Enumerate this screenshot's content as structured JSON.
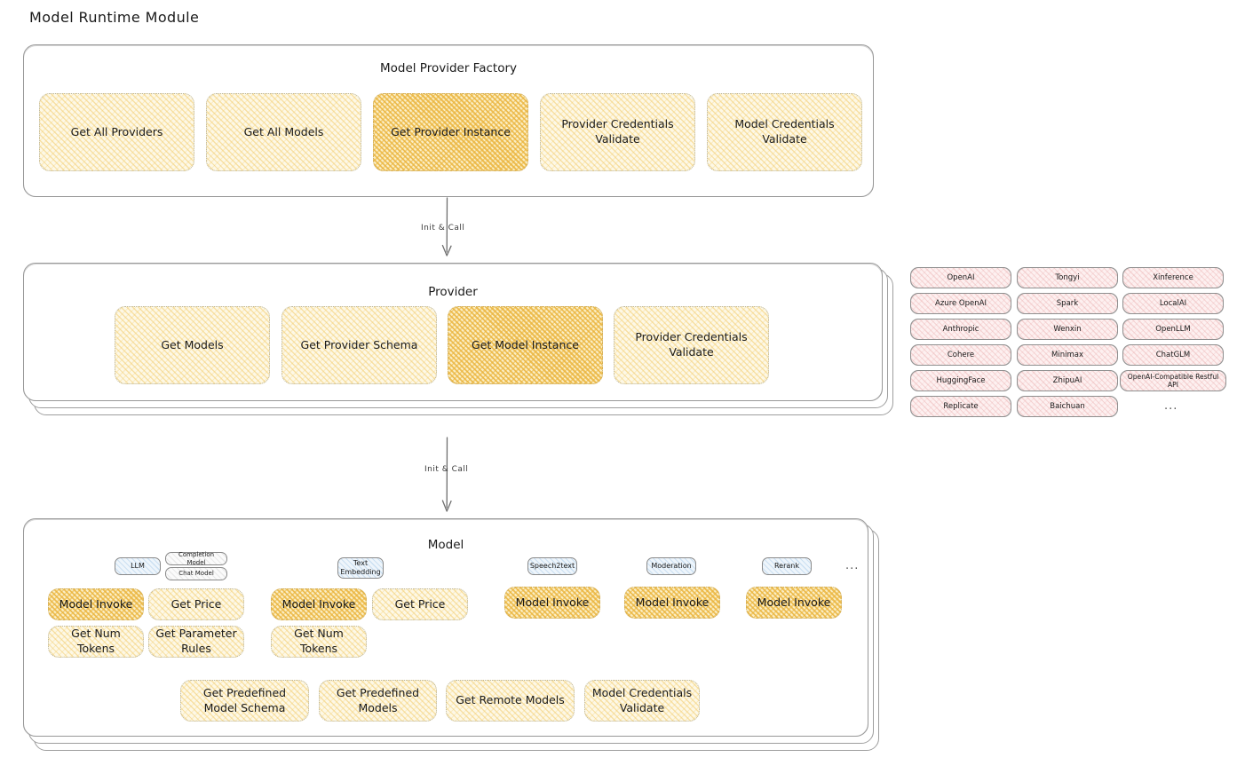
{
  "title": "Model Runtime Module",
  "factory": {
    "title": "Model Provider Factory",
    "methods": [
      {
        "label": "Get All Providers",
        "highlight": false
      },
      {
        "label": "Get All Models",
        "highlight": false
      },
      {
        "label": "Get Provider Instance",
        "highlight": true
      },
      {
        "label": "Provider Credentials Validate",
        "highlight": false
      },
      {
        "label": "Model Credentials Validate",
        "highlight": false
      }
    ]
  },
  "arrow1": {
    "label": "Init & Call"
  },
  "provider": {
    "title": "Provider",
    "methods": [
      {
        "label": "Get Models",
        "highlight": false
      },
      {
        "label": "Get Provider Schema",
        "highlight": false
      },
      {
        "label": "Get Model Instance",
        "highlight": true
      },
      {
        "label": "Provider Credentials Validate",
        "highlight": false
      }
    ]
  },
  "provider_list": {
    "columns": [
      [
        "OpenAI",
        "Azure OpenAI",
        "Anthropic",
        "Cohere",
        "HuggingFace",
        "Replicate"
      ],
      [
        "Tongyi",
        "Spark",
        "Wenxin",
        "Minimax",
        "ZhipuAI",
        "Baichuan"
      ],
      [
        "Xinference",
        "LocalAI",
        "OpenLLM",
        "ChatGLM",
        "OpenAI-Compatible Restful API"
      ]
    ],
    "more": "..."
  },
  "arrow2": {
    "label": "Init & Call"
  },
  "model": {
    "title": "Model",
    "more": "...",
    "types": [
      {
        "name": "LLM",
        "subtags": [
          "Completion Model",
          "Chat Model"
        ],
        "methods": [
          {
            "label": "Model Invoke",
            "highlight": true
          },
          {
            "label": "Get Price",
            "highlight": false
          },
          {
            "label": "Get Num Tokens",
            "highlight": false
          },
          {
            "label": "Get Parameter Rules",
            "highlight": false
          }
        ]
      },
      {
        "name": "Text Embedding",
        "subtags": [],
        "methods": [
          {
            "label": "Model Invoke",
            "highlight": true
          },
          {
            "label": "Get Price",
            "highlight": false
          },
          {
            "label": "Get Num Tokens",
            "highlight": false
          }
        ]
      },
      {
        "name": "Speech2text",
        "subtags": [],
        "methods": [
          {
            "label": "Model Invoke",
            "highlight": true
          }
        ]
      },
      {
        "name": "Moderation",
        "subtags": [],
        "methods": [
          {
            "label": "Model Invoke",
            "highlight": true
          }
        ]
      },
      {
        "name": "Rerank",
        "subtags": [],
        "methods": [
          {
            "label": "Model Invoke",
            "highlight": true
          }
        ]
      }
    ],
    "common_methods": [
      {
        "label": "Get Predefined Model Schema"
      },
      {
        "label": "Get Predefined Models"
      },
      {
        "label": "Get Remote Models"
      },
      {
        "label": "Model Credentials Validate"
      }
    ]
  },
  "colors": {
    "hatch_normal": "#fdf8e6",
    "hatch_highlight": "#fbeec4",
    "provider_pill": "#fdf0f0",
    "model_tag": "#eef5fb",
    "border": "#9a9a9a",
    "text": "#1a1a1a"
  }
}
